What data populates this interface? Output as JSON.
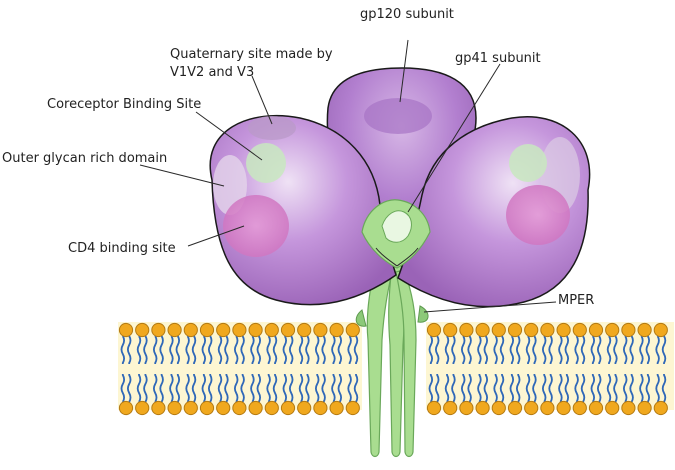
{
  "diagram": {
    "labels": {
      "gp120": "gp120 subunit",
      "gp41": "gp41 subunit",
      "quaternary_line1": "Quaternary site made by",
      "quaternary_line2": "V1V2 and V3",
      "coreceptor": "Coreceptor Binding Site",
      "outer_glycan": "Outer glycan rich domain",
      "cd4": "CD4 binding site",
      "mper": "MPER"
    },
    "colors": {
      "gp120_purple": "#b27fcf",
      "gp120_dark": "#8e5aab",
      "cd4_pink": "#d77bc6",
      "coreceptor_green": "#c8e8c0",
      "gp41_green": "#a9dd90",
      "gp41_outline": "#6aa85a",
      "lipid_head": "#f0a81e",
      "lipid_head_dark": "#b47a12",
      "lipid_tail": "#2f68b8",
      "membrane_fill": "#fdf6d2",
      "outline": "#1a1a1a"
    }
  }
}
